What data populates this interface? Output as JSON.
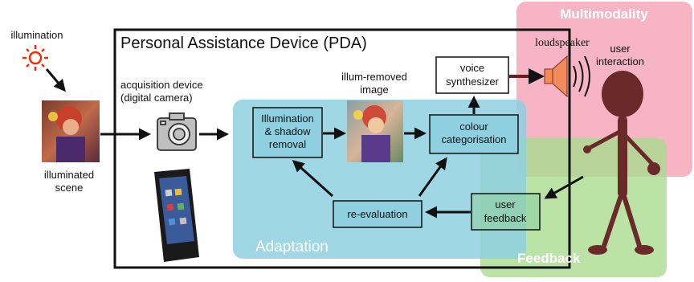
{
  "pda": {
    "title": "Personal Assistance Device (PDA)"
  },
  "regions": {
    "multimodality": "Multimodality",
    "adaptation": "Adaptation",
    "feedback": "Feedback"
  },
  "labels": {
    "illumination": "illumination",
    "illuminated_scene": [
      "illuminated",
      "scene"
    ],
    "acquisition_device": [
      "acquisition device",
      "(digital camera)"
    ],
    "illum_removed_image": [
      "illum-removed",
      "image"
    ],
    "loudspeaker": "loudspeaker",
    "user_interaction": [
      "user",
      "interaction"
    ]
  },
  "boxes": {
    "illumination_shadow_removal": [
      "Illumination",
      "& shadow",
      "removal"
    ],
    "colour_categorisation": [
      "colour",
      "categorisation"
    ],
    "voice_synthesizer": [
      "voice",
      "synthesizer"
    ],
    "re_evaluation": "re-evaluation",
    "user_feedback": [
      "user",
      "feedback"
    ]
  },
  "colors": {
    "adaptation": "#8fd0e0",
    "multimodality": "#f4a7bb",
    "feedback": "#a9dc8e",
    "pda_border": "#111111",
    "speaker": "#f28a5a",
    "figure": "#6b2a2a",
    "illumination_icon": "#ff2a00"
  }
}
